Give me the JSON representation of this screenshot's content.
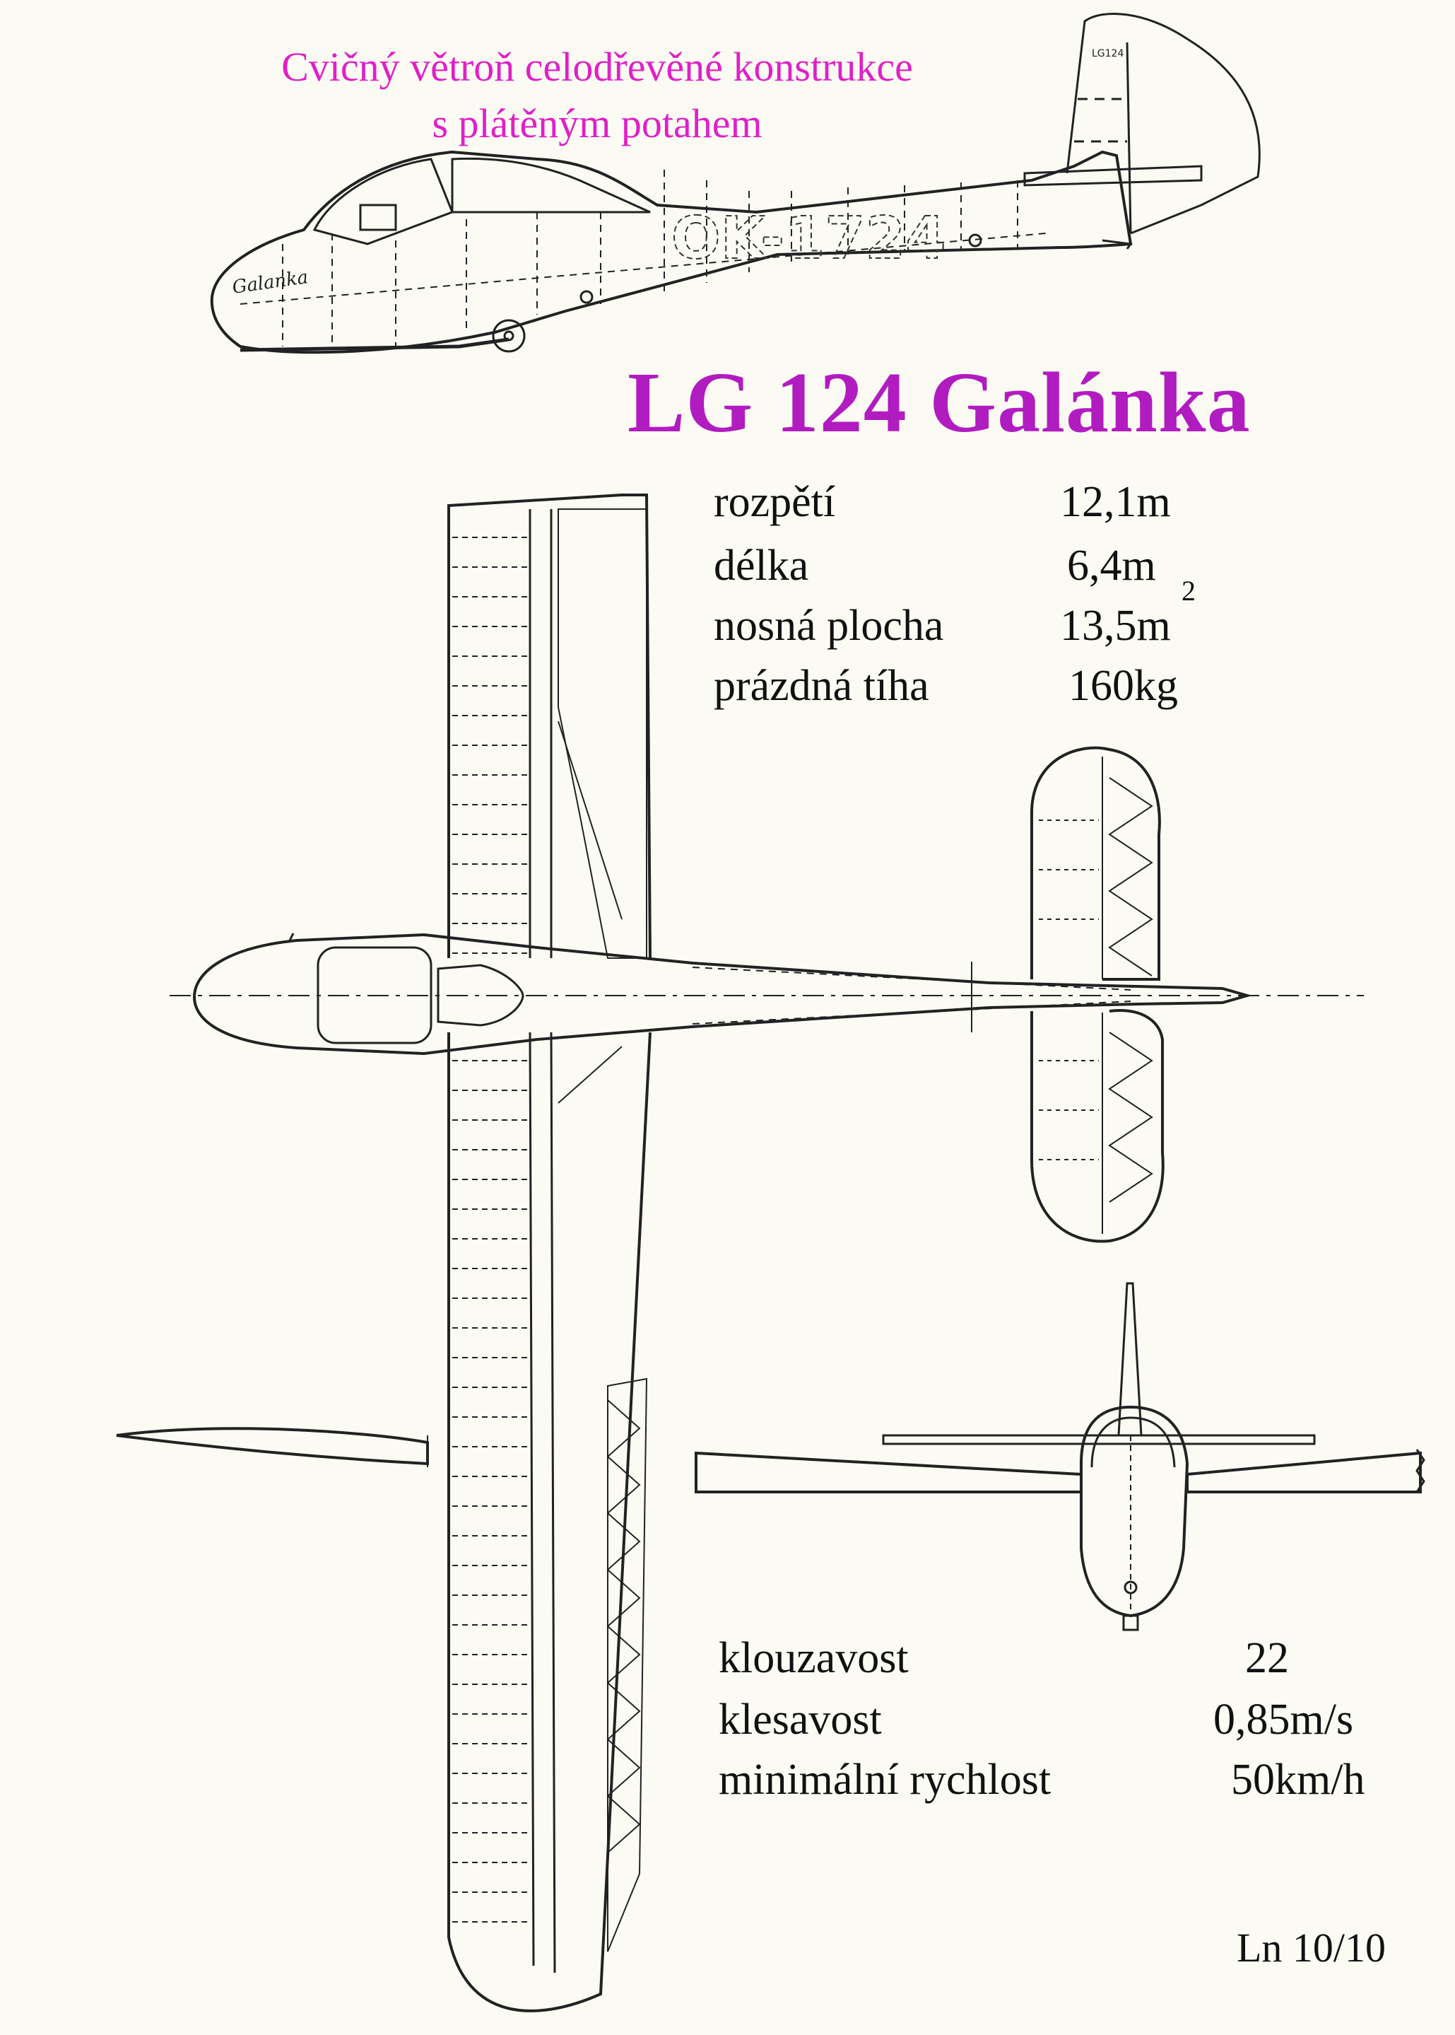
{
  "subtitle": {
    "line1": "Cvičný větroň celodřevěné konstrukce",
    "line2": "s plátěným potahem"
  },
  "title": "LG 124  Galánka",
  "fuselage_texts": {
    "registration": "OK-1724",
    "script_name": "Galanka",
    "fin_tag": "LG124"
  },
  "specs_top": [
    {
      "label": "rozpětí",
      "value": "12,1m"
    },
    {
      "label": "délka",
      "value": "6,4m"
    },
    {
      "label": "nosná plocha",
      "value": "13,5m",
      "sup": "2"
    },
    {
      "label": "prázdná tíha",
      "value": "160kg"
    }
  ],
  "specs_bottom": [
    {
      "label": "klouzavost",
      "value": "22"
    },
    {
      "label": "klesavost",
      "value": "0,85m/s"
    },
    {
      "label": "minimální rychlost",
      "value": "50km/h"
    }
  ],
  "footer": "Ln 10/10",
  "colors": {
    "subtitle": "#e020c8",
    "title": "#b11cc0",
    "ink": "#111111"
  }
}
